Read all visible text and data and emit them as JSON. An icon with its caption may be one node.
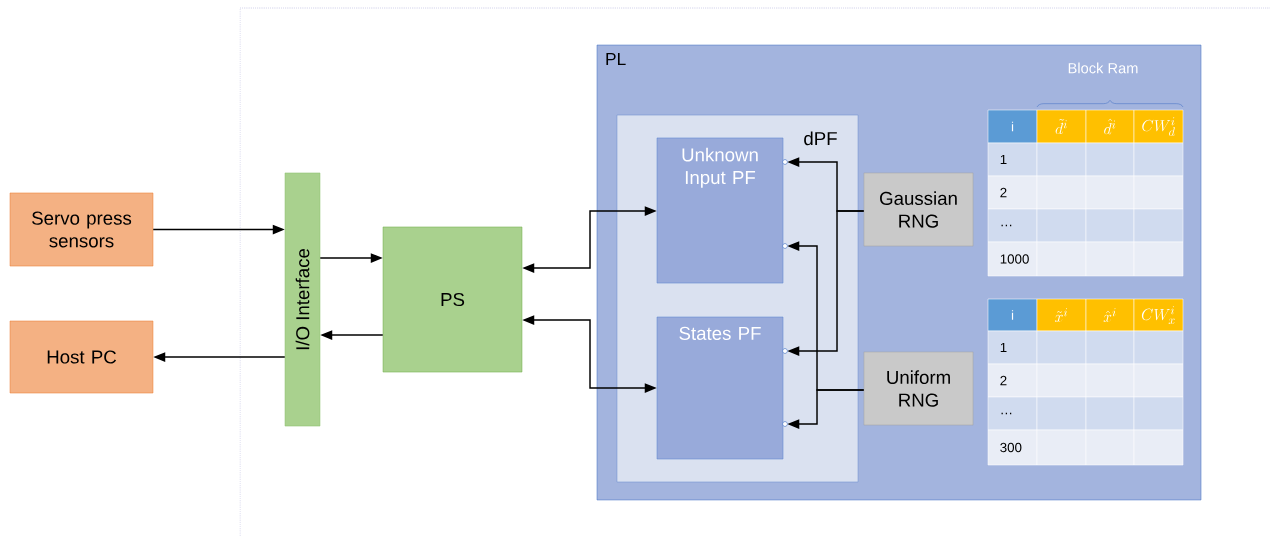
{
  "diagram": {
    "nodes": [
      {
        "text": [
          "Servo press sensors"
        ]
      },
      {
        "text": [
          "Host PC"
        ]
      },
      {
        "text": [
          "I/O Interface"
        ]
      },
      {
        "text": [
          "PS"
        ]
      },
      {
        "text": [
          "PL"
        ]
      },
      {
        "text": [
          "dPF"
        ],
        "in": 4
      },
      {
        "text": [
          "Unknown Input PF"
        ],
        "in": 5
      },
      {
        "text": [
          "States PF"
        ],
        "in": 5
      },
      {
        "text": [
          "Gaussian RNG"
        ],
        "in": 4
      },
      {
        "text": [
          "Uniform RNG"
        ],
        "in": 4
      }
    ],
    "edges": [
      {
        "from": 0,
        "to": 2,
        "arrow": "to"
      },
      {
        "from": 2,
        "to": 1,
        "arrow": "to"
      },
      {
        "from": 2,
        "to": 3,
        "arrow": "to"
      },
      {
        "from": 3,
        "to": 2,
        "arrow": "to"
      },
      {
        "from": 3,
        "to": 6,
        "arrow": "both"
      },
      {
        "from": 3,
        "to": 7,
        "arrow": "both"
      },
      {
        "from": 8,
        "to": 6,
        "arrow": "to"
      },
      {
        "from": 8,
        "to": 7,
        "arrow": "to"
      },
      {
        "from": 9,
        "to": 6,
        "arrow": "to"
      },
      {
        "from": 9,
        "to": 7,
        "arrow": "to"
      }
    ],
    "labels": [
      "Block Ram",
      "i",
      "\\tilde{d}^{i}",
      "\\hat{d}^{i}",
      "CW_{d}^{i}",
      "1",
      "2",
      "…",
      "1000",
      "i",
      "\\tilde{x}^{i}",
      "\\hat{x}^{i}",
      "CW_{x}^{i}",
      "1",
      "2",
      "…",
      "300"
    ]
  }
}
